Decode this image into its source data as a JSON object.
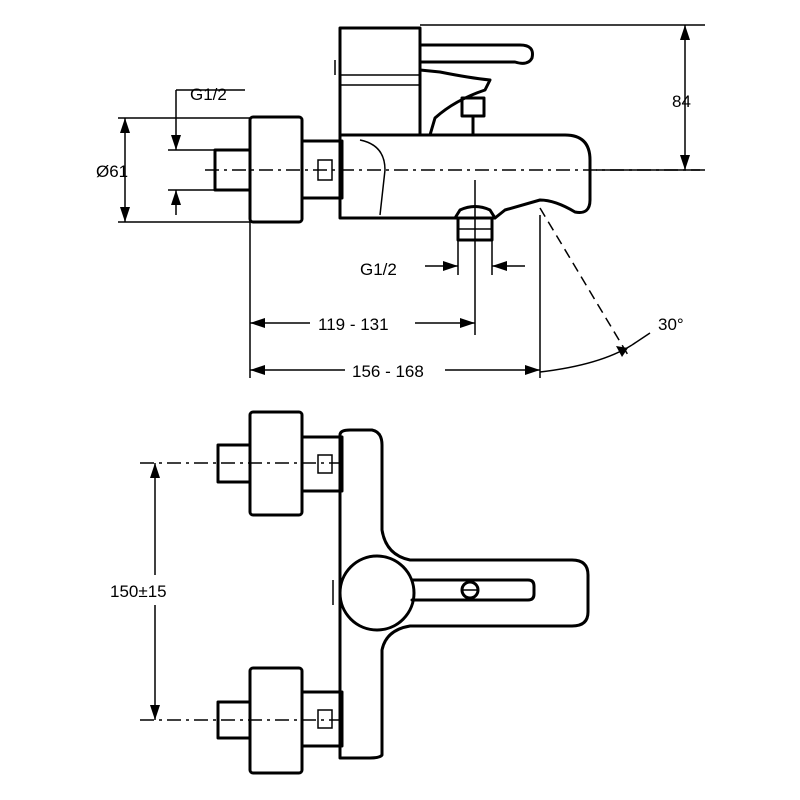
{
  "dimensions": {
    "top_height": "84",
    "diameter": "Ø61",
    "thread_inlet": "G1/2",
    "thread_outlet": "G1/2",
    "projection_spout": "119 - 131",
    "projection_total": "156 - 168",
    "lever_angle": "30°",
    "center_distance": "150±15"
  }
}
